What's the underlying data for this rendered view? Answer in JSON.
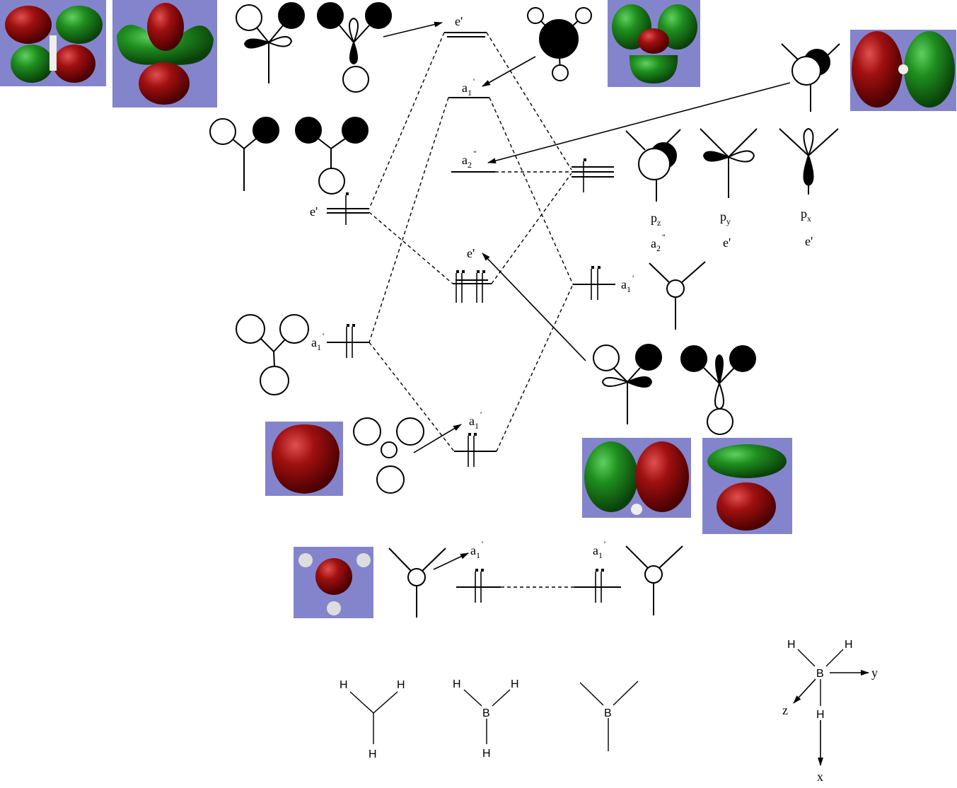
{
  "levels": {
    "top_e": {
      "base": "e'"
    },
    "ab_a1": {
      "base": "a",
      "sub": "1",
      "sup": "'"
    },
    "nb_a2": {
      "base": "a",
      "sub": "2",
      "sup": "\""
    },
    "h3_e": {
      "base": "e'"
    },
    "bond_e": {
      "base": "e'"
    },
    "b_2s": {
      "base": "a",
      "sub": "1",
      "sup": "'"
    },
    "h3_a1": {
      "base": "a",
      "sub": "1",
      "sup": "'"
    },
    "bond_a1": {
      "base": "a",
      "sub": "1",
      "sup": "'"
    },
    "core_left": {
      "base": "a",
      "sub": "1",
      "sup": "'"
    },
    "core_right": {
      "base": "a",
      "sub": "1",
      "sup": "'"
    }
  },
  "p_orbitals": [
    {
      "base": "p",
      "sub": "z",
      "sym_base": "a",
      "sym_sub": "2",
      "sym_sup": "\""
    },
    {
      "base": "p",
      "sub": "y",
      "sym": "e'"
    },
    {
      "base": "p",
      "sub": "x",
      "sym": "e'"
    }
  ],
  "structures": {
    "h3": {
      "h1": "H",
      "h2": "H",
      "h3": "H"
    },
    "bh3": {
      "h1": "H",
      "h2": "H",
      "b": "B",
      "h3": "H"
    },
    "b": {
      "b": "B"
    },
    "axes": {
      "h1": "H",
      "h2": "H",
      "b": "B",
      "h3": "H",
      "x": "x",
      "y": "y",
      "z": "z"
    }
  },
  "colors": {
    "background_box": "#8484cc",
    "lobe_red": "#8b0a0a",
    "lobe_green": "#1f7f1f"
  }
}
